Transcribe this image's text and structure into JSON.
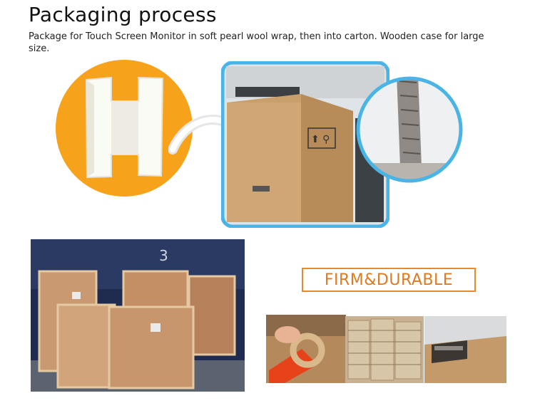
{
  "header": {
    "title": "Packaging process",
    "description": "Package for Touch Screen Monitor in soft pearl wool wrap, then into carton. Wooden case for large size."
  },
  "badge": {
    "label": "FIRM&DURABLE"
  },
  "icons": [
    "foam-insert-icon",
    "curved-arrow-icon"
  ],
  "colors": {
    "accent_orange": "#f7a21b",
    "frame_blue": "#4ab4e6",
    "badge_orange": "#e88a2c"
  }
}
